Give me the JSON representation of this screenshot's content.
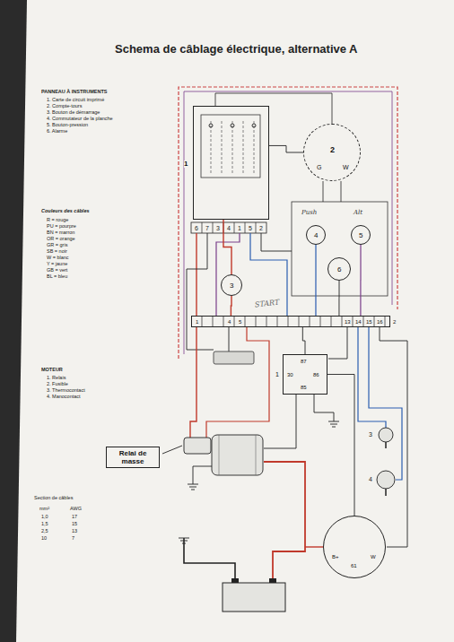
{
  "diagram": {
    "title": "Schema de câblage électrique, alternative A",
    "nodes": [
      {
        "text": [
          "1"
        ]
      },
      {
        "text": [
          "2",
          "G",
          "W"
        ]
      },
      {
        "text": [
          "4"
        ]
      },
      {
        "text": [
          "5"
        ]
      },
      {
        "text": [
          "6"
        ]
      },
      {
        "text": [
          "3"
        ]
      },
      {
        "text": [
          "1",
          "4",
          "5",
          "13",
          "14",
          "15",
          "16"
        ]
      },
      {
        "text": [
          "87",
          "30",
          "86",
          "85",
          "1"
        ]
      },
      {
        "text": [
          "Relai de masse"
        ]
      },
      {
        "text": [
          "B+",
          "61",
          "W"
        ]
      }
    ],
    "edges": [
      {
        "from": 0,
        "to": 5,
        "arrow": "none"
      },
      {
        "from": 0,
        "to": 1,
        "arrow": "none"
      },
      {
        "from": 5,
        "to": 6,
        "arrow": "none"
      },
      {
        "from": 2,
        "to": 6,
        "arrow": "none"
      },
      {
        "from": 3,
        "to": 6,
        "arrow": "none"
      },
      {
        "from": 4,
        "to": 6,
        "arrow": "none"
      },
      {
        "from": 6,
        "to": 7,
        "arrow": "none"
      },
      {
        "from": 7,
        "to": 9,
        "arrow": "none"
      }
    ],
    "labels": [
      "PANNEAU À INSTRUMENTS",
      "1. Carte de circuit imprimé",
      "2. Compte-tours",
      "3. Bouton de démarrage",
      "4. Commutateur de la planche",
      "5. Bouton-pression",
      "6. Alarme",
      "Couleurs des câbles",
      "R = rouge",
      "PU = pourpre",
      "BN = marron",
      "OR = orange",
      "GR = gris",
      "SB = noir",
      "W = blanc",
      "Y = jaune",
      "GB = vert",
      "BL = bleu",
      "MOTEUR",
      "1. Relais",
      "2. Fusible",
      "3. Thermocontact",
      "4. Manocontact",
      "Section de câbles",
      "mm²",
      "AWG",
      "1,0",
      "17",
      "1,5",
      "15",
      "2,5",
      "13",
      "10",
      "7",
      "6",
      "7",
      "3",
      "4",
      "1",
      "5",
      "2",
      "Push",
      "Alt",
      "START",
      "2",
      "3",
      "4"
    ]
  }
}
